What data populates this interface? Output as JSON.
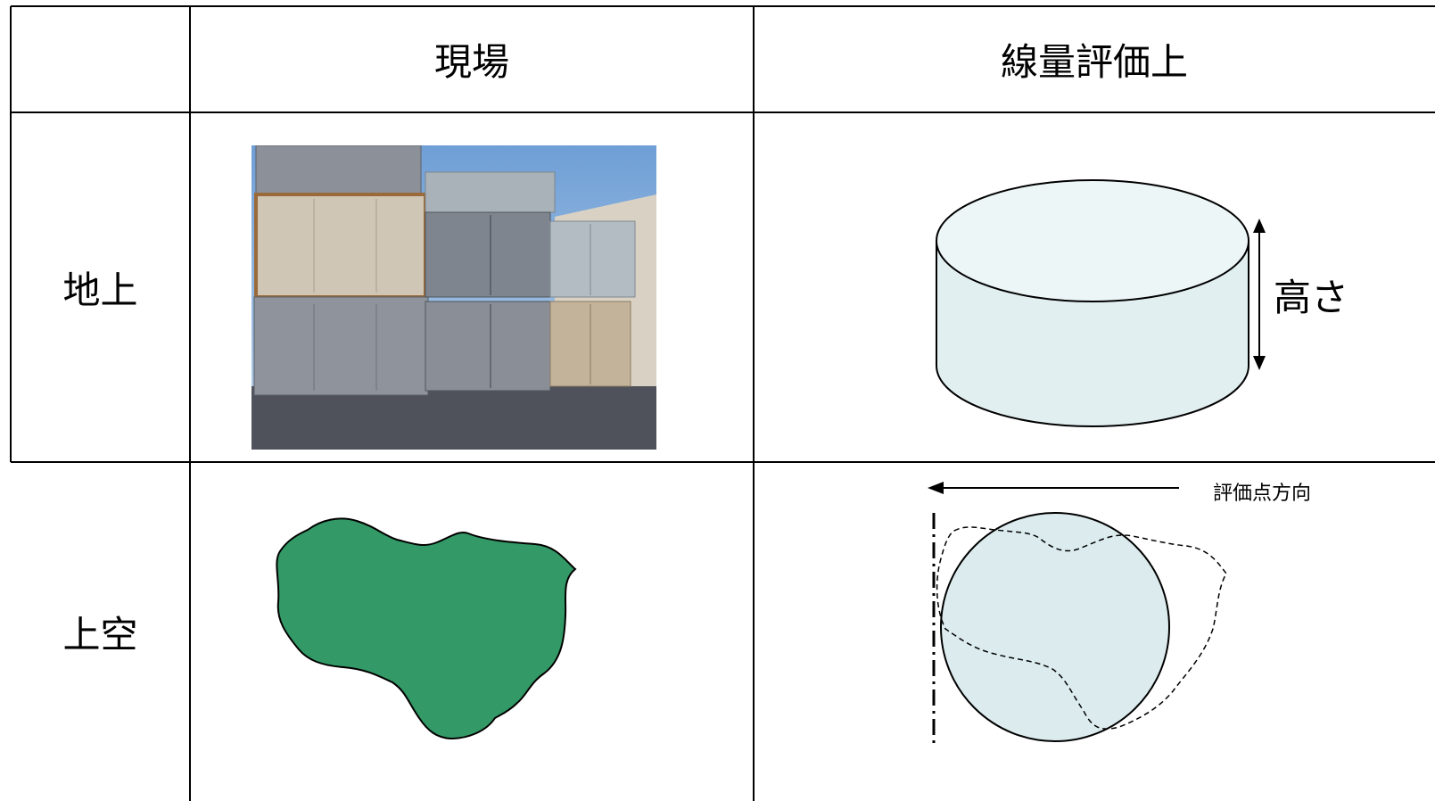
{
  "table": {
    "header": {
      "corner": "",
      "col_site": "現場",
      "col_eval": "線量評価上"
    },
    "rows": [
      {
        "label": "地上"
      },
      {
        "label": "上空"
      }
    ]
  },
  "figures": {
    "cylinder_height_label": "高さ",
    "direction_label": "評価点方向",
    "colors": {
      "cylinder_fill": "#e2eff1",
      "cylinder_top_fill": "#edf6f7",
      "blob_fill": "#339966",
      "circle_fill": "#dcecee"
    }
  }
}
